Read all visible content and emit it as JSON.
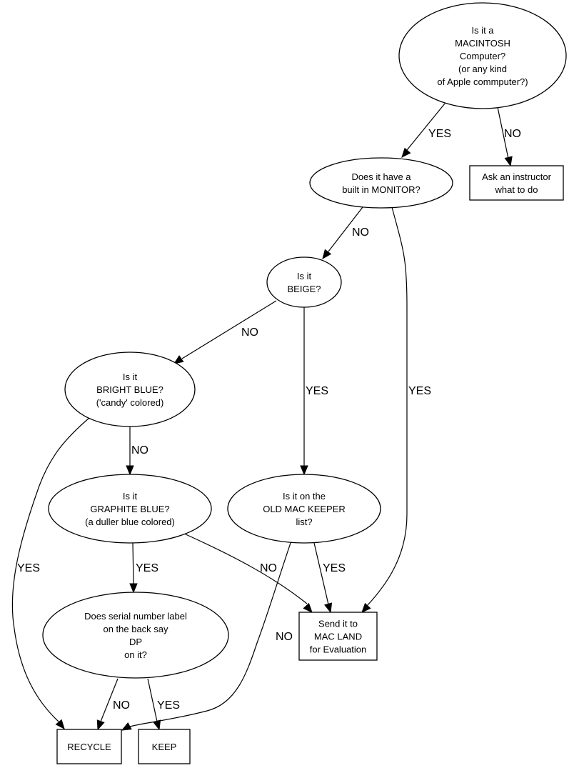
{
  "diagram": {
    "nodes": {
      "is_mac": {
        "shape": "ellipse",
        "lines": [
          "Is it a",
          "MACINTOSH",
          "Computer?",
          "(or any kind",
          "of Apple commputer?)"
        ]
      },
      "ask_instructor": {
        "shape": "box",
        "lines": [
          "Ask an instructor",
          "what to do"
        ]
      },
      "has_monitor": {
        "shape": "ellipse",
        "lines": [
          "Does it have a",
          "built in MONITOR?"
        ]
      },
      "is_beige": {
        "shape": "ellipse",
        "lines": [
          "Is it",
          "BEIGE?"
        ]
      },
      "is_bright_blue": {
        "shape": "ellipse",
        "lines": [
          "Is it",
          "BRIGHT BLUE?",
          "('candy' colored)"
        ]
      },
      "is_graphite": {
        "shape": "ellipse",
        "lines": [
          "Is it",
          "GRAPHITE BLUE?",
          "(a duller blue colored)"
        ]
      },
      "keeper_list": {
        "shape": "ellipse",
        "lines": [
          "Is it on the",
          "OLD MAC KEEPER",
          "list?"
        ]
      },
      "serial_dp": {
        "shape": "ellipse",
        "lines": [
          "Does serial number label",
          "on the back say",
          "DP",
          "on it?"
        ]
      },
      "mac_land": {
        "shape": "box",
        "lines": [
          "Send it to",
          "MAC LAND",
          "for Evaluation"
        ]
      },
      "recycle": {
        "shape": "box",
        "lines": [
          "RECYCLE"
        ]
      },
      "keep": {
        "shape": "box",
        "lines": [
          "KEEP"
        ]
      }
    },
    "edges": [
      {
        "from": "is_mac",
        "to": "has_monitor",
        "label": "YES"
      },
      {
        "from": "is_mac",
        "to": "ask_instructor",
        "label": "NO"
      },
      {
        "from": "has_monitor",
        "to": "is_beige",
        "label": "NO"
      },
      {
        "from": "has_monitor",
        "to": "mac_land",
        "label": "YES"
      },
      {
        "from": "is_beige",
        "to": "is_bright_blue",
        "label": "NO"
      },
      {
        "from": "is_beige",
        "to": "keeper_list",
        "label": "YES"
      },
      {
        "from": "is_bright_blue",
        "to": "is_graphite",
        "label": "NO"
      },
      {
        "from": "is_bright_blue",
        "to": "recycle",
        "label": "YES"
      },
      {
        "from": "is_graphite",
        "to": "serial_dp",
        "label": "YES"
      },
      {
        "from": "is_graphite",
        "to": "mac_land",
        "label": "NO"
      },
      {
        "from": "keeper_list",
        "to": "mac_land",
        "label": "YES"
      },
      {
        "from": "keeper_list",
        "to": "recycle",
        "label": "NO"
      },
      {
        "from": "serial_dp",
        "to": "recycle",
        "label": "NO"
      },
      {
        "from": "serial_dp",
        "to": "keep",
        "label": "YES"
      }
    ]
  }
}
